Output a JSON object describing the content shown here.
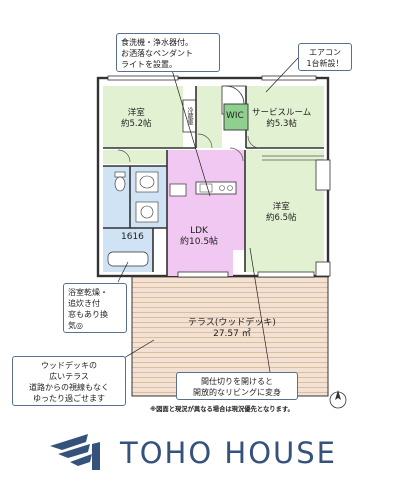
{
  "callouts": {
    "kitchen": [
      "食洗機・浄水器付。",
      "お洒落なペンダント",
      "ライトを設置。"
    ],
    "aircon": [
      "エアコン",
      "1台新設！"
    ],
    "bath": [
      "浴室乾燥・",
      "追炊き付",
      "窓もあり換",
      "気◎"
    ],
    "terrace": [
      "ウッドデッキの",
      "広いテラス",
      "道路からの視線もなく",
      "ゆったり過ごせます"
    ],
    "partition": [
      "間仕切りを開けると",
      "開放的なリビングに変身"
    ]
  },
  "rooms": {
    "western1": {
      "name": "洋室",
      "size": "約5.2帖"
    },
    "wic": {
      "name": "WIC"
    },
    "service": {
      "name": "サービスルーム",
      "size": "約5.3帖"
    },
    "ldk": {
      "name": "LDK",
      "size": "約10.5帖"
    },
    "western2": {
      "name": "洋室",
      "size": "約6.5帖"
    },
    "bath": {
      "name": "1616"
    },
    "terrace": {
      "name": "テラス(ウッドデッキ)",
      "size": "27.57 ㎡"
    },
    "fridge": {
      "name": "冷蔵庫"
    }
  },
  "note": "※図面と現況が異なる場合は現況優先となります。",
  "brand": {
    "name": "TOHO HOUSE"
  },
  "colors": {
    "floor_green": "#e3f1d3",
    "floor_blue": "#cfe3f4",
    "ldk_pink": "#f1c8f1",
    "terrace_tan": "#f3e1d3",
    "wic_green": "#8fd08f",
    "wall": "#333333",
    "brand_blue": "#35527c"
  }
}
